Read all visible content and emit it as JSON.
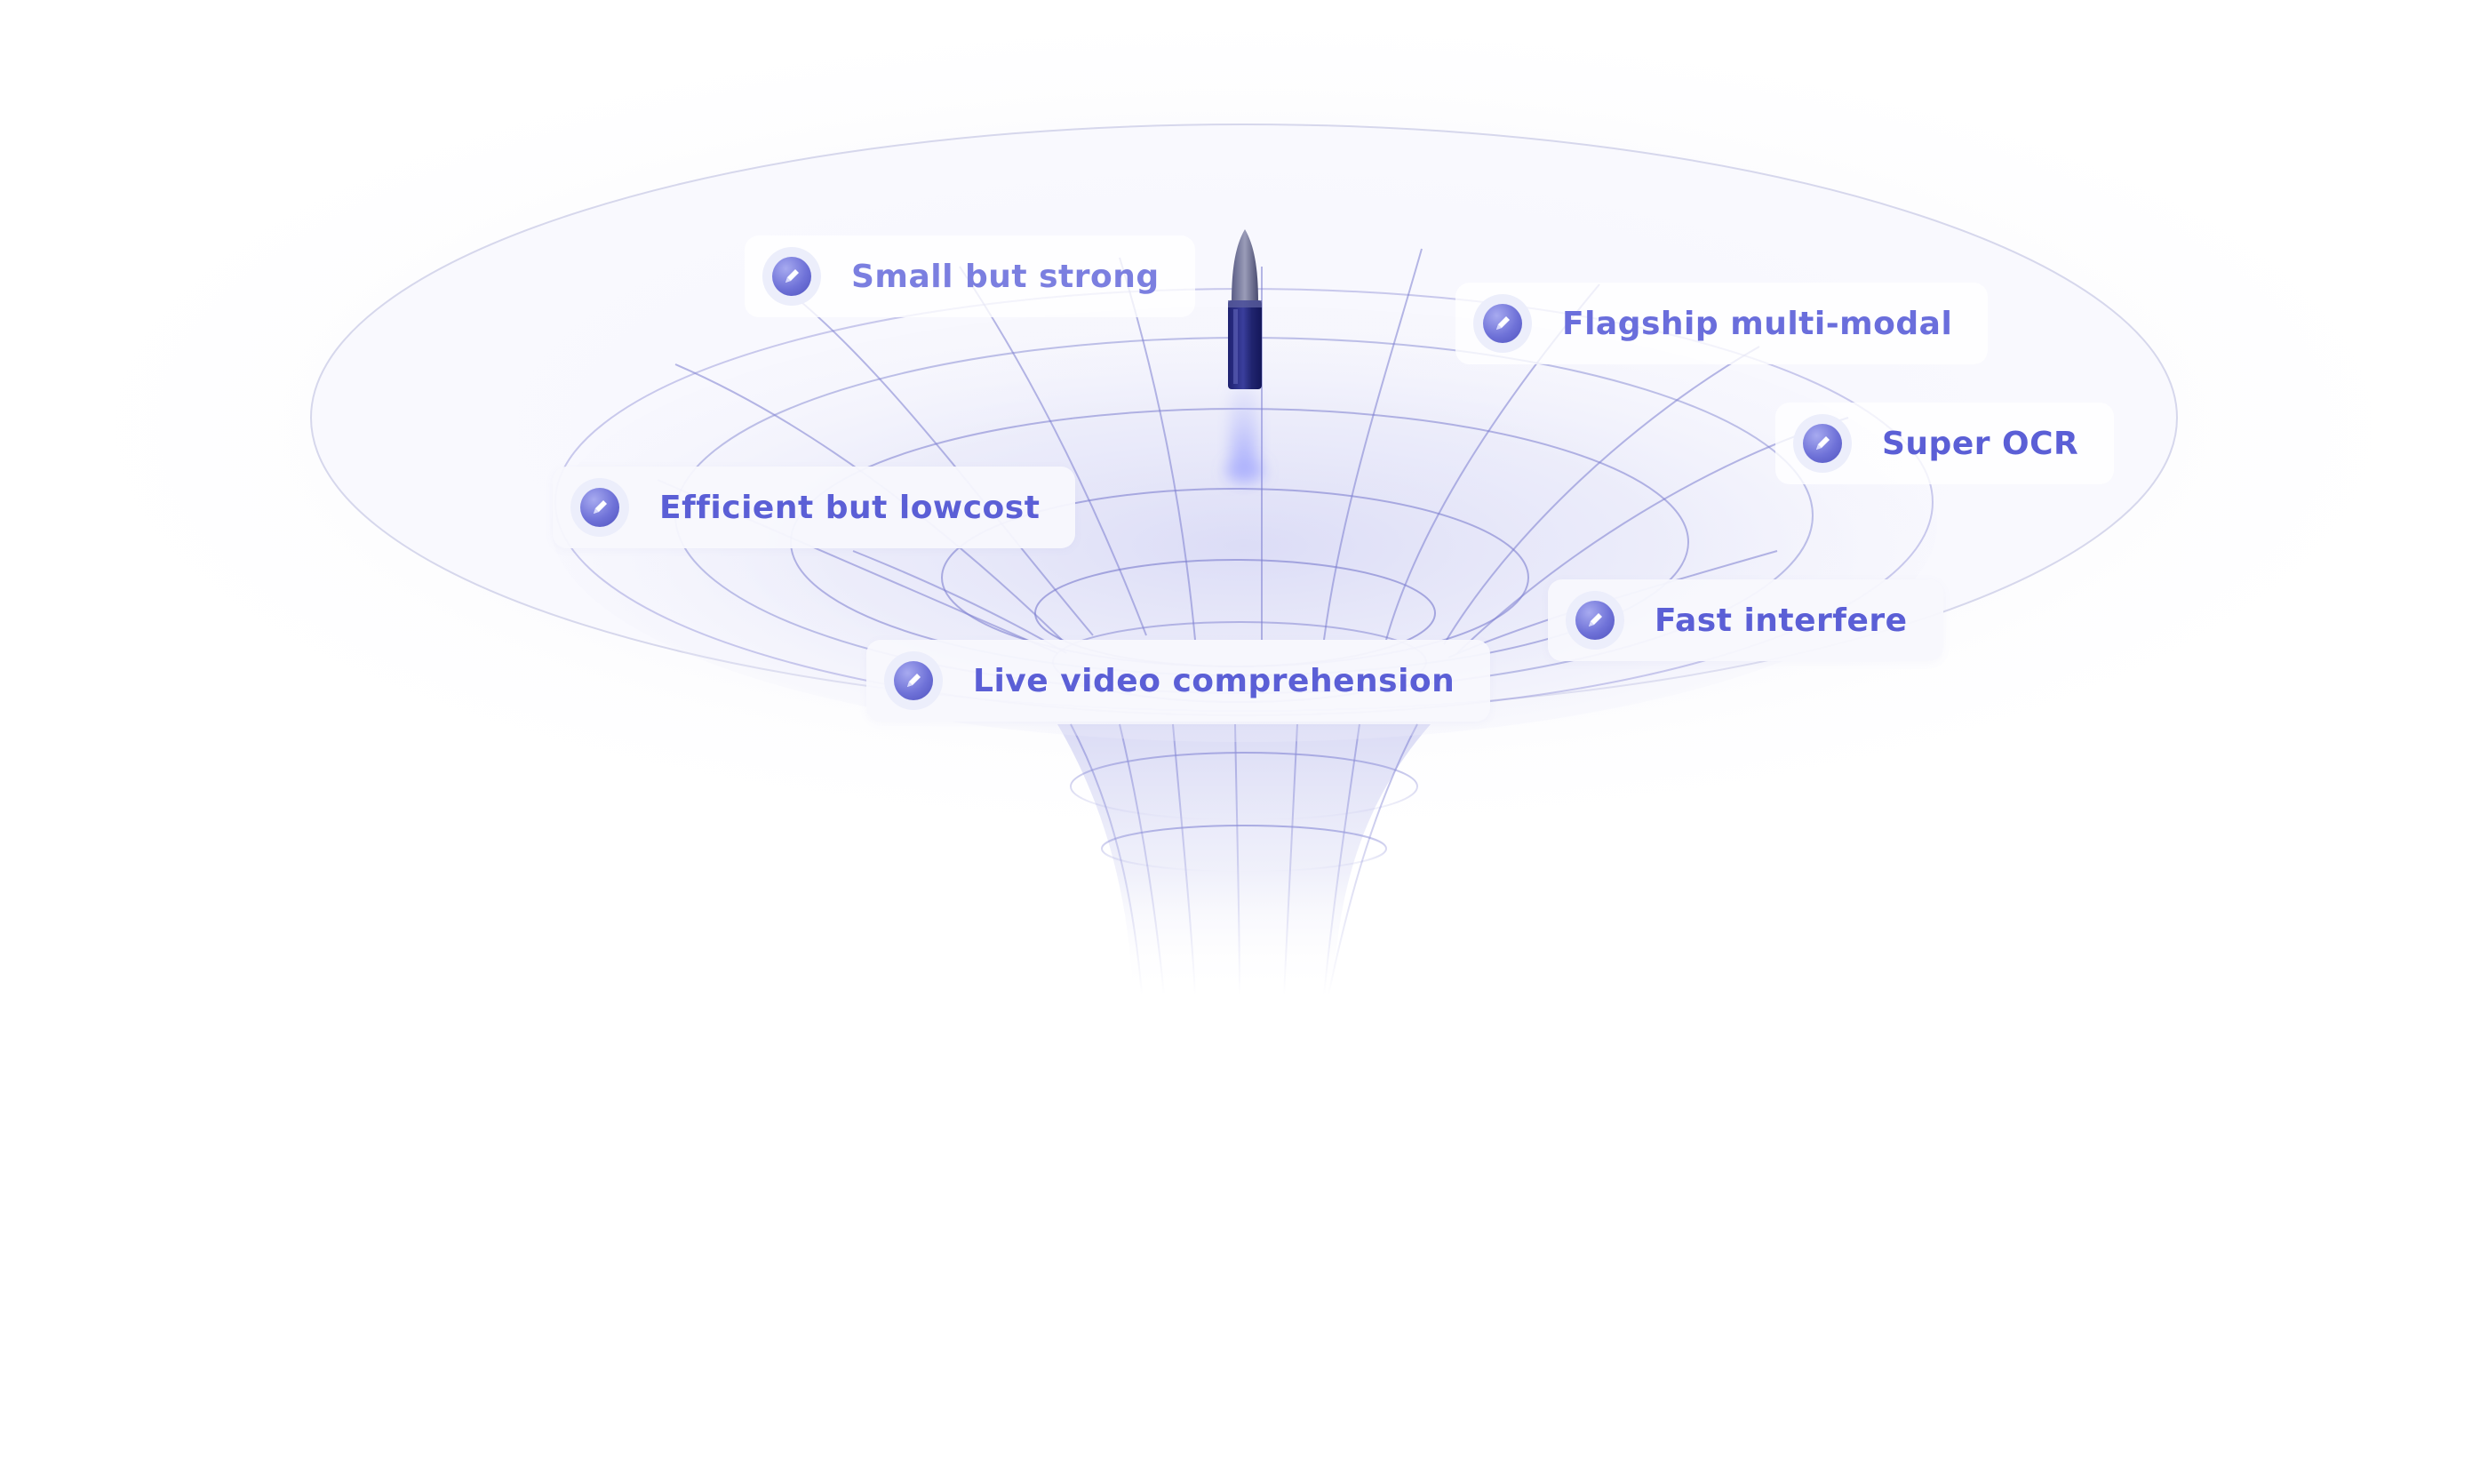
{
  "accent_color": "#5b5fd6",
  "badge_icon": "pencil-icon",
  "decoration_icon": "rocket-icon",
  "badges": [
    {
      "id": "small",
      "label": "Small but strong",
      "color": "#7b7fe0"
    },
    {
      "id": "flagship",
      "label": "Flagship multi-modal",
      "color": "#6a6edc"
    },
    {
      "id": "ocr",
      "label": "Super OCR",
      "color": "#5b5fd6"
    },
    {
      "id": "efficient",
      "label": "Efficient but lowcost",
      "color": "#5b5fd6"
    },
    {
      "id": "fast",
      "label": "Fast interfere",
      "color": "#5b5fd6"
    },
    {
      "id": "live",
      "label": "Live video comprehension",
      "color": "#5b5fd6"
    }
  ]
}
